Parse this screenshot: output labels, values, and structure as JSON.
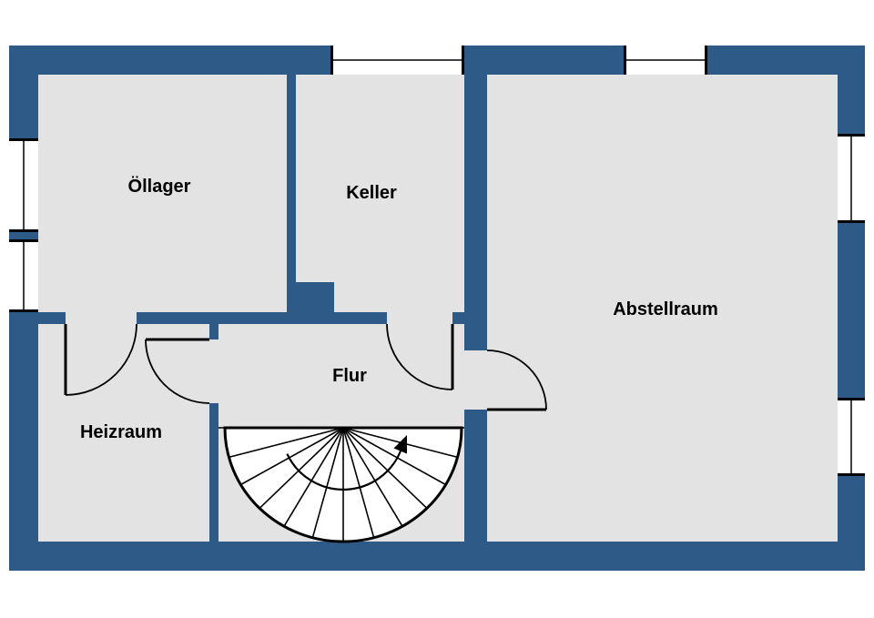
{
  "plan": {
    "type": "basement floor plan",
    "rooms": [
      {
        "name": "Öllager"
      },
      {
        "name": "Keller"
      },
      {
        "name": "Abstellraum"
      },
      {
        "name": "Heizraum"
      },
      {
        "name": "Flur"
      }
    ],
    "stairs": {
      "shape": "half-turn winder staircase",
      "direction_arrow": "up"
    },
    "counts": {
      "doors": 4,
      "windows": 6
    },
    "colors": {
      "wall": "#2e5a87",
      "floor": "#e3e3e3",
      "line": "#000000",
      "background": "#ffffff"
    }
  }
}
